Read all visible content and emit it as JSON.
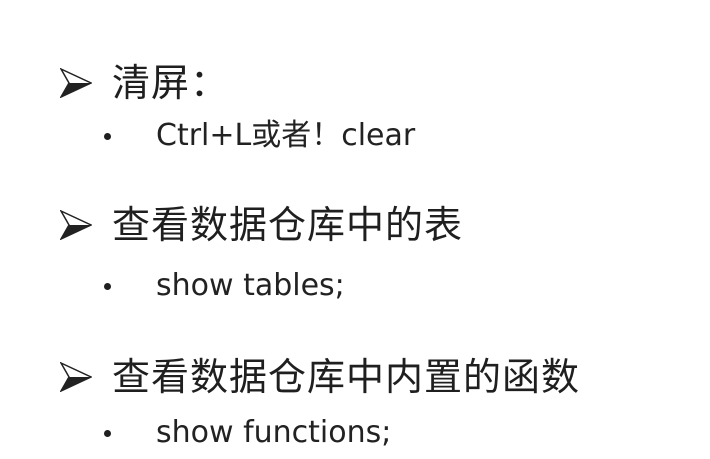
{
  "sections": [
    {
      "heading": "清屏：",
      "icon": "arrow-bullet-icon",
      "bullet": "Ctrl+L或者！clear"
    },
    {
      "heading": "查看数据仓库中的表",
      "icon": "arrow-bullet-icon",
      "bullet": "show tables;"
    },
    {
      "heading": "查看数据仓库中内置的函数",
      "icon": "arrow-bullet-icon",
      "bullet": "show functions;"
    }
  ],
  "colors": {
    "text": "#1f1f1f",
    "background": "#ffffff"
  }
}
